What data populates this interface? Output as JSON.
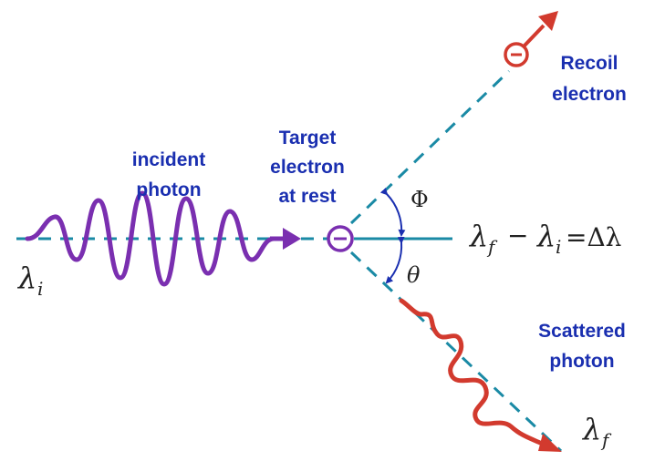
{
  "labels": {
    "incident_line1": "incident",
    "incident_line2": "photon",
    "target_line1": "Target",
    "target_line2": "electron",
    "target_line3": "at rest",
    "recoil_line1": "Recoil",
    "recoil_line2": "electron",
    "scattered_line1": "Scattered",
    "scattered_line2": "photon"
  },
  "symbols": {
    "lambda": "λ",
    "sub_i": "i",
    "sub_f": "f",
    "minus": "−",
    "equals_delta": "=Δλ",
    "phi": "Φ",
    "theta": "θ",
    "electron_sign": "−"
  },
  "colors": {
    "incident_wave": "#7a2fb0",
    "scattered_wave": "#d23a2e",
    "dashed_line": "#1a8aa5",
    "axis_line": "#1a8aa5",
    "label_text": "#1a2fb0",
    "electron": "#7a2fb0",
    "recoil_electron": "#d23a2e",
    "angle_arc": "#1a2fb0"
  },
  "icons": {
    "incident_arrow": "arrow-right-icon",
    "recoil_arrow": "arrow-up-right-icon",
    "scattered_arrow": "arrow-down-right-icon",
    "electron": "electron-minus-icon"
  }
}
